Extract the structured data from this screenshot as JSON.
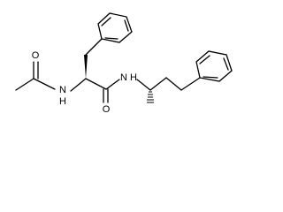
{
  "molecule": {
    "atoms": {
      "acetyl_oxygen": "O",
      "amide_nh_left": "N",
      "amide_nh_left_h": "H",
      "carbonyl_oxygen": "O",
      "amide_nh_right": "N",
      "amide_nh_right_h": "H"
    }
  },
  "colors": {
    "bond": "#000000",
    "background": "#ffffff"
  }
}
